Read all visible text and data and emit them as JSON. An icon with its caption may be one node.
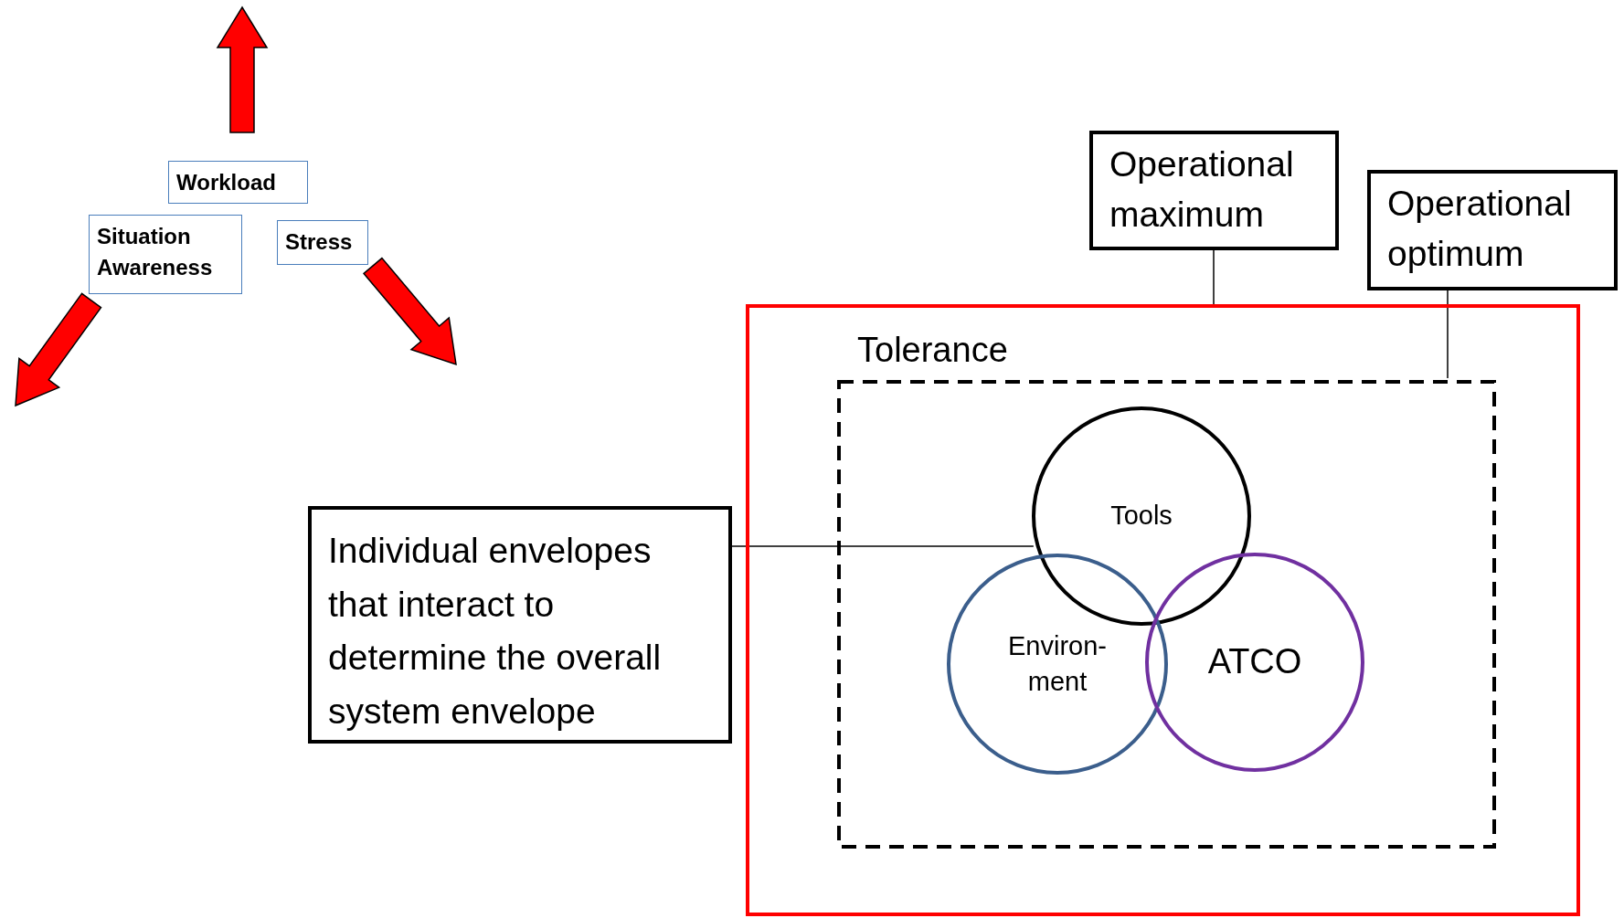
{
  "diagram": {
    "nodes": [
      {
        "text": [
          "Workload"
        ]
      },
      {
        "text": [
          "Situation Awareness"
        ]
      },
      {
        "text": [
          "Stress"
        ]
      },
      {
        "text": [
          "Operational maximum"
        ]
      },
      {
        "text": [
          "Operational optimum"
        ]
      },
      {
        "text": [],
        "shape": "box"
      },
      {
        "text": [
          "Tolerance"
        ],
        "in": 5
      },
      {
        "text": [
          "Individual envelopes that interact to determine the overall system envelope"
        ]
      },
      {
        "text": [
          "Tools"
        ],
        "in": 6
      },
      {
        "text": [
          "Environ- ment"
        ],
        "in": 6
      },
      {
        "text": [
          "ATCO"
        ],
        "in": 6
      }
    ],
    "edges": [
      {
        "from": 3,
        "to": 5,
        "arrow": "none"
      },
      {
        "from": 4,
        "to": 6,
        "arrow": "none"
      },
      {
        "from": 7,
        "to": 8,
        "arrow": "none"
      }
    ]
  }
}
